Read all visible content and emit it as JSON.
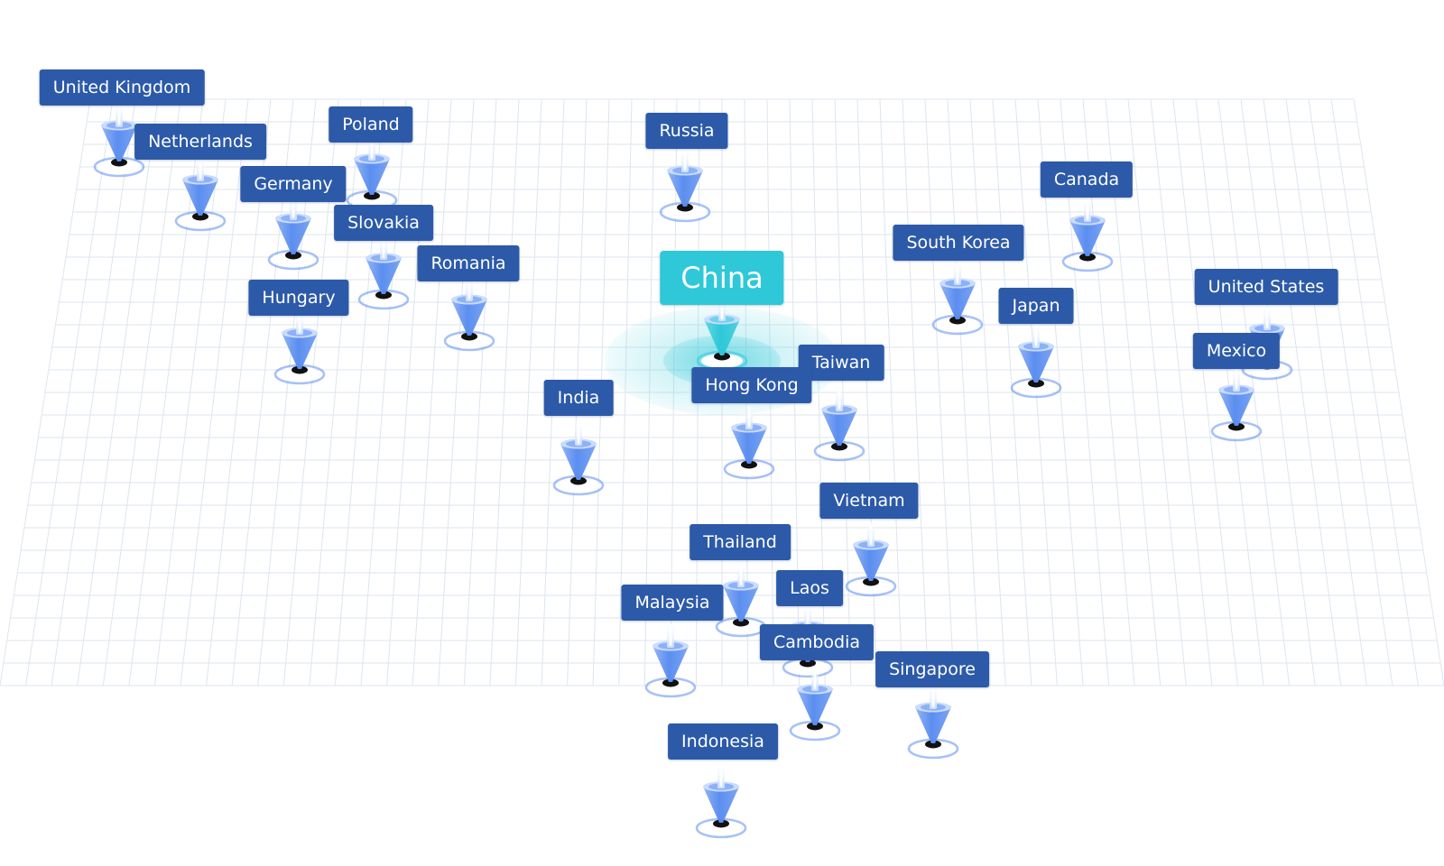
{
  "colors": {
    "label_bg": "#2c5aa8",
    "label_text": "#ffffff",
    "primary_label_bg": "#2ec8d8",
    "pin_color": "#5b8ef0",
    "primary_pin_color": "#2ec8d8",
    "grid_line": "#dde5ef"
  },
  "primary": {
    "name": "China",
    "icon": "location-pin-icon"
  },
  "locations": [
    {
      "id": "united-kingdom",
      "name": "United Kingdom",
      "icon": "location-pin-icon"
    },
    {
      "id": "netherlands",
      "name": "Netherlands",
      "icon": "location-pin-icon"
    },
    {
      "id": "poland",
      "name": "Poland",
      "icon": "location-pin-icon"
    },
    {
      "id": "germany",
      "name": "Germany",
      "icon": "location-pin-icon"
    },
    {
      "id": "slovakia",
      "name": "Slovakia",
      "icon": "location-pin-icon"
    },
    {
      "id": "romania",
      "name": "Romania",
      "icon": "location-pin-icon"
    },
    {
      "id": "hungary",
      "name": "Hungary",
      "icon": "location-pin-icon"
    },
    {
      "id": "russia",
      "name": "Russia",
      "icon": "location-pin-icon"
    },
    {
      "id": "canada",
      "name": "Canada",
      "icon": "location-pin-icon"
    },
    {
      "id": "south-korea",
      "name": "South Korea",
      "icon": "location-pin-icon"
    },
    {
      "id": "japan",
      "name": "Japan",
      "icon": "location-pin-icon"
    },
    {
      "id": "united-states",
      "name": "United States",
      "icon": "location-pin-icon"
    },
    {
      "id": "mexico",
      "name": "Mexico",
      "icon": "location-pin-icon"
    },
    {
      "id": "taiwan",
      "name": "Taiwan",
      "icon": "location-pin-icon"
    },
    {
      "id": "hong-kong",
      "name": "Hong Kong",
      "icon": "location-pin-icon"
    },
    {
      "id": "india",
      "name": "India",
      "icon": "location-pin-icon"
    },
    {
      "id": "vietnam",
      "name": "Vietnam",
      "icon": "location-pin-icon"
    },
    {
      "id": "thailand",
      "name": "Thailand",
      "icon": "location-pin-icon"
    },
    {
      "id": "laos",
      "name": "Laos",
      "icon": "location-pin-icon"
    },
    {
      "id": "malaysia",
      "name": "Malaysia",
      "icon": "location-pin-icon"
    },
    {
      "id": "cambodia",
      "name": "Cambodia",
      "icon": "location-pin-icon"
    },
    {
      "id": "singapore",
      "name": "Singapore",
      "icon": "location-pin-icon"
    },
    {
      "id": "indonesia",
      "name": "Indonesia",
      "icon": "location-pin-icon"
    }
  ]
}
